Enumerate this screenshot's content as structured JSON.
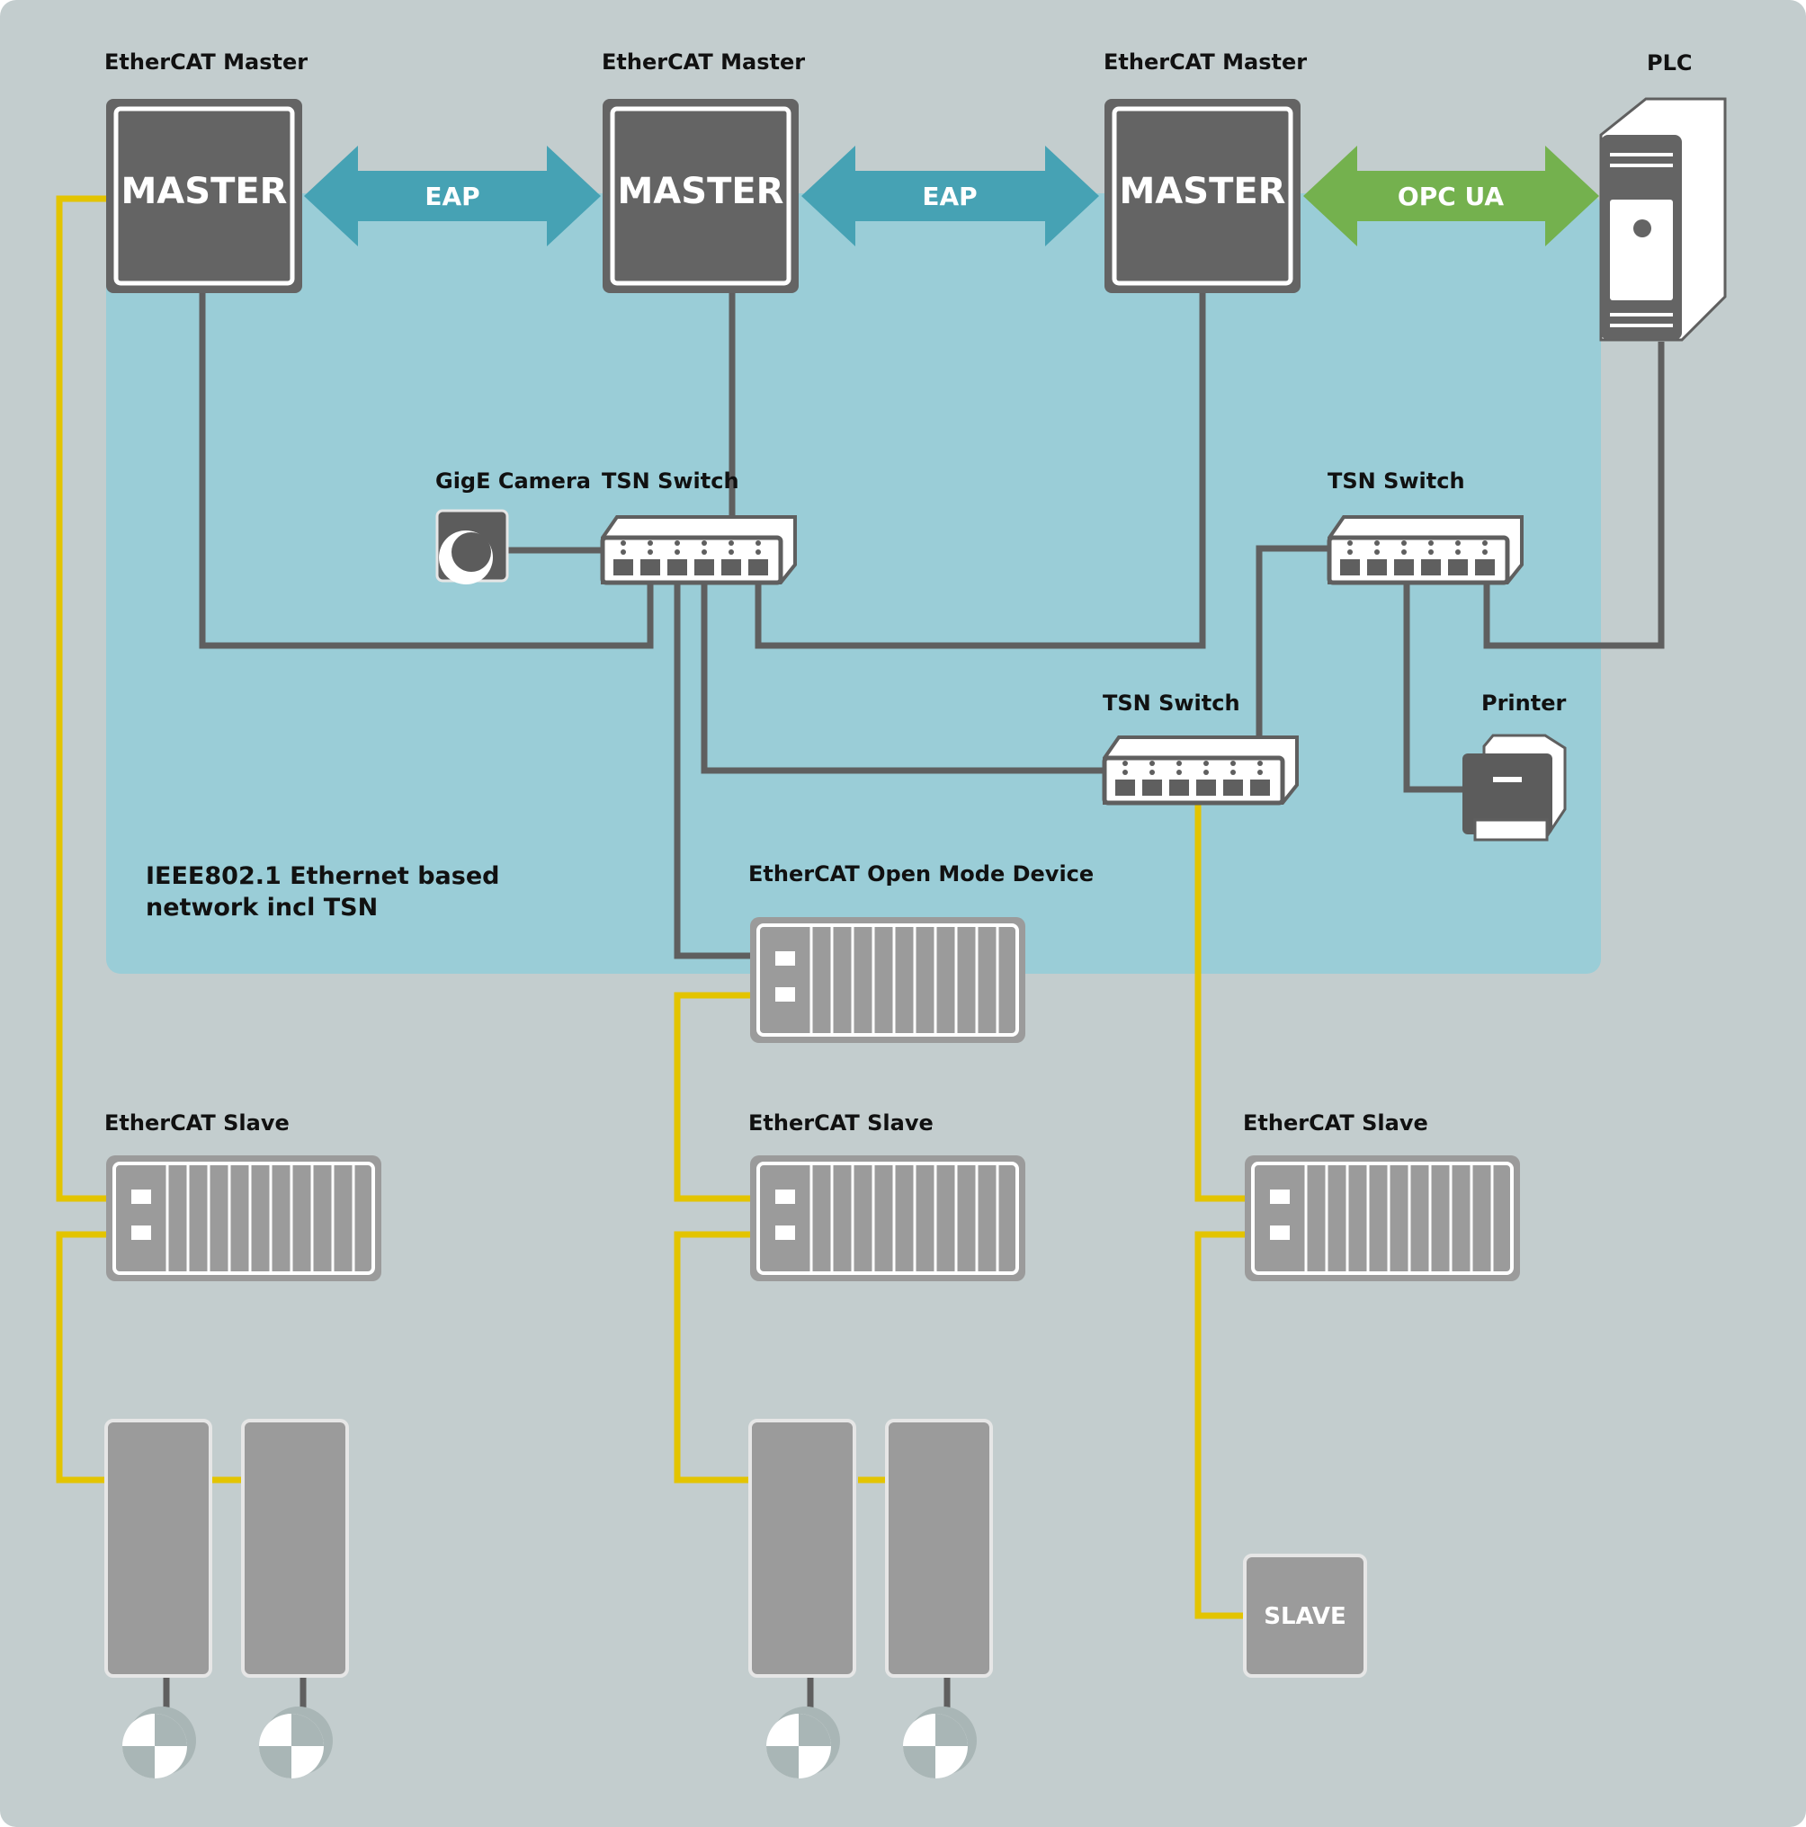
{
  "labels": {
    "master_1": "EtherCAT Master",
    "master_2": "EtherCAT Master",
    "master_3": "EtherCAT Master",
    "plc": "PLC",
    "gige_camera": "GigE Camera",
    "tsn_switch_1": "TSN Switch",
    "tsn_switch_2": "TSN Switch",
    "tsn_switch_3": "TSN Switch",
    "printer": "Printer",
    "network_line1": "IEEE802.1 Ethernet based",
    "network_line2": "network incl TSN",
    "open_mode_device": "EtherCAT Open Mode Device",
    "slave_1": "EtherCAT Slave",
    "slave_2": "EtherCAT Slave",
    "slave_3": "EtherCAT Slave"
  },
  "boxes": {
    "master_text": "MASTER",
    "slave_text": "SLAVE"
  },
  "arrows": {
    "eap_1": "EAP",
    "eap_2": "EAP",
    "opc_ua": "OPC UA"
  },
  "colors": {
    "background": "#c3cdce",
    "network_area": "#9acdd7",
    "master_box": "#646464",
    "eap_arrow": "#46a2b4",
    "opc_arrow": "#74b14e",
    "ethernet_line": "#5f5f5f",
    "ethercat_line": "#e3c400",
    "device_gray": "#9b9b9b"
  }
}
